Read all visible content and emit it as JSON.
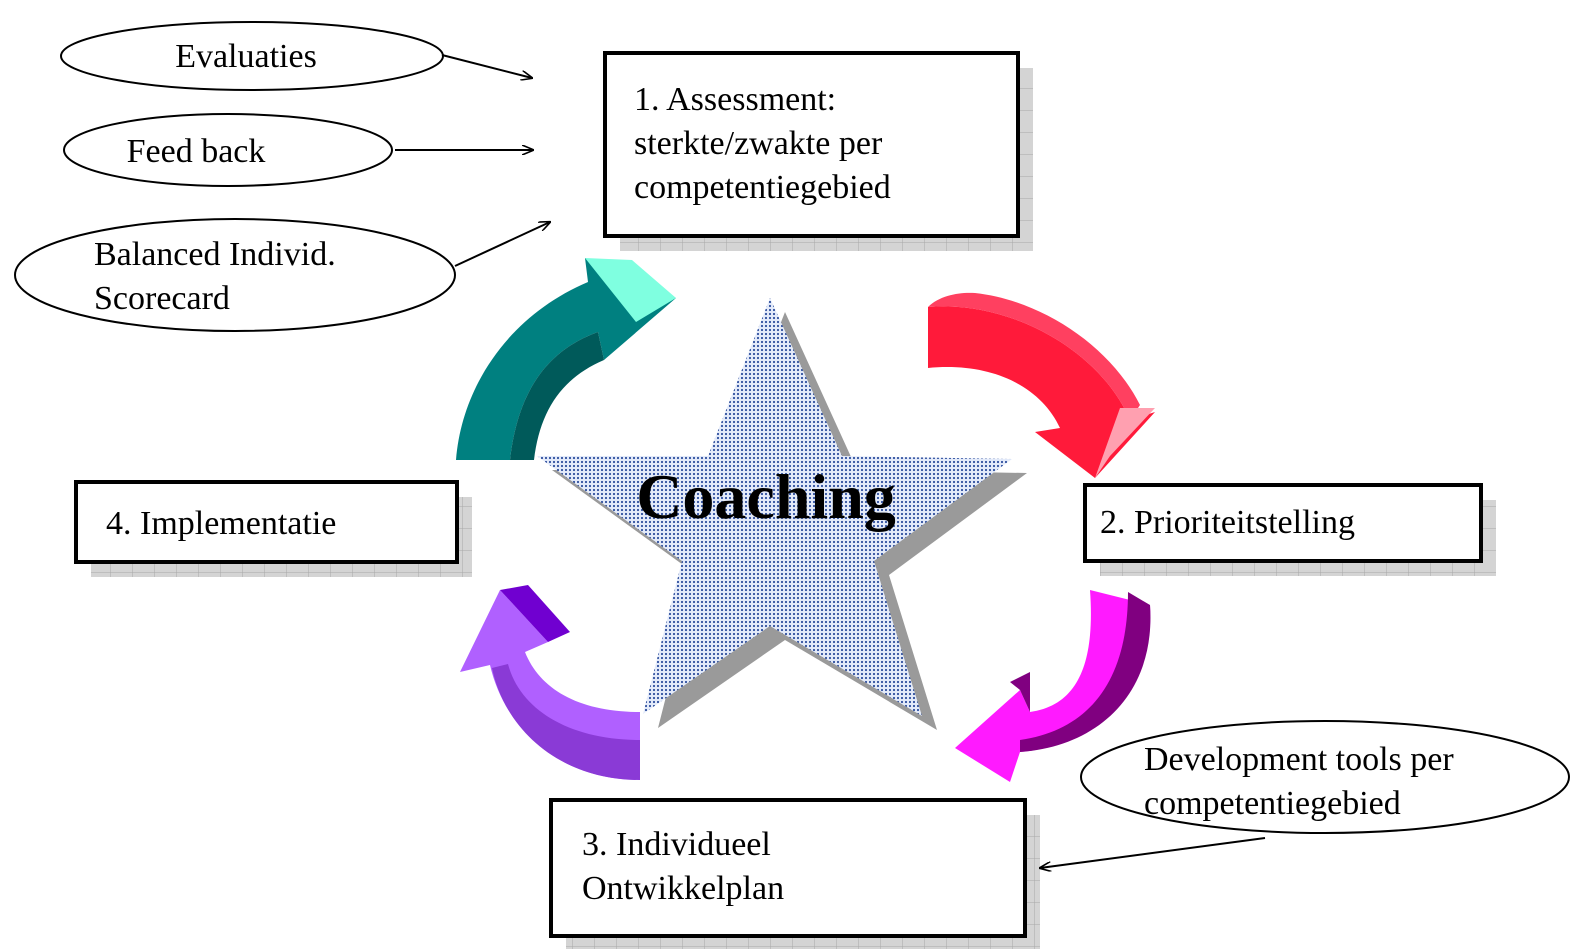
{
  "center": {
    "title": "Coaching"
  },
  "steps": [
    {
      "lines": [
        "1. Assessment:",
        "sterkte/zwakte per",
        "competentiegebied"
      ]
    },
    {
      "lines": [
        "2. Prioriteitstelling"
      ]
    },
    {
      "lines": [
        "3. Individueel",
        "Ontwikkelplan"
      ]
    },
    {
      "lines": [
        "4. Implementatie"
      ]
    }
  ],
  "inputs": [
    {
      "lines": [
        "Evaluaties"
      ]
    },
    {
      "lines": [
        "Feed back"
      ]
    },
    {
      "lines": [
        "Balanced Individ.",
        "Scorecard"
      ]
    },
    {
      "lines": [
        "Development tools per",
        "competentiegebied"
      ]
    }
  ],
  "colors": {
    "star_fill": "#9fb4dd",
    "arrow_assessment": "#008080",
    "arrow_prioriteit": "#ff1a3a",
    "arrow_ontwikkel": "#ff1aff",
    "arrow_implementatie": "#a64dff",
    "box_border": "#000000",
    "shadow_grid": "#c8c8c8"
  }
}
